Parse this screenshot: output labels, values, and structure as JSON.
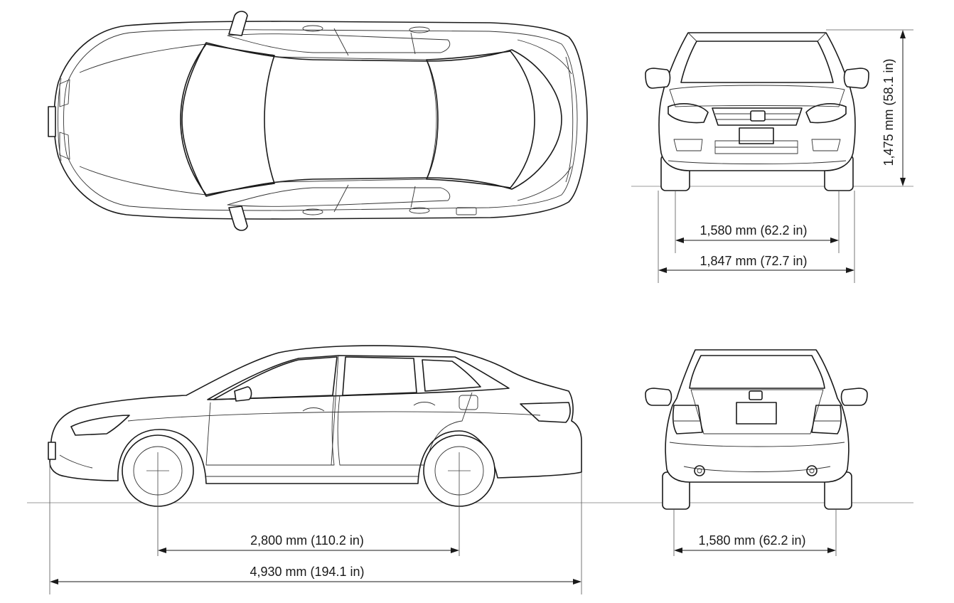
{
  "dimensions": {
    "height": "1,475 mm (58.1 in)",
    "front_track": "1,580 mm (62.2 in)",
    "width": "1,847 mm (72.7 in)",
    "wheelbase": "2,800 mm (110.2 in)",
    "length": "4,930 mm (194.1 in)",
    "rear_track": "1,580 mm (62.2 in)"
  },
  "views": {
    "top": "top-view",
    "side": "side-view",
    "front": "front-view",
    "rear": "rear-view"
  },
  "colors": {
    "line": "#1a1a1a",
    "background": "#ffffff"
  }
}
